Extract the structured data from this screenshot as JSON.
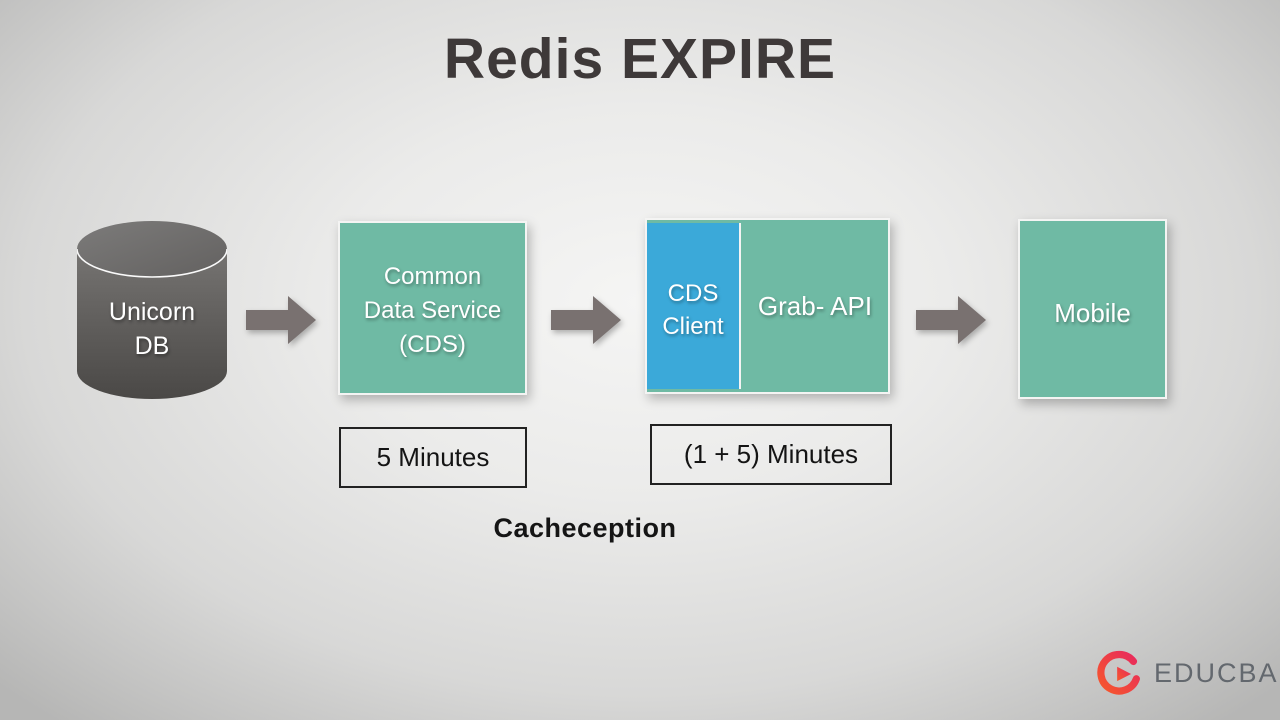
{
  "title": "Redis EXPIRE",
  "caption": "Cacheception",
  "nodes": {
    "unicorn_db": {
      "lines": [
        "Unicorn",
        "DB"
      ]
    },
    "cds": {
      "lines": [
        "Common",
        "Data Service",
        "(CDS)"
      ]
    },
    "cds_client": {
      "lines": [
        "CDS",
        "Client"
      ]
    },
    "grab_api": {
      "label": "Grab- API"
    },
    "mobile": {
      "label": "Mobile"
    }
  },
  "time_labels": {
    "cds": "5 Minutes",
    "client_api": "(1 + 5) Minutes"
  },
  "logo": {
    "brand": "EDUCBA"
  },
  "colors": {
    "teal": "#6FBAA4",
    "blue": "#3BA9D9",
    "arrow_gray": "#797170",
    "title_gray": "#3E3939",
    "logo_orange": "#F6582B",
    "logo_pink": "#E8295E",
    "logo_text_gray": "#63686E"
  }
}
